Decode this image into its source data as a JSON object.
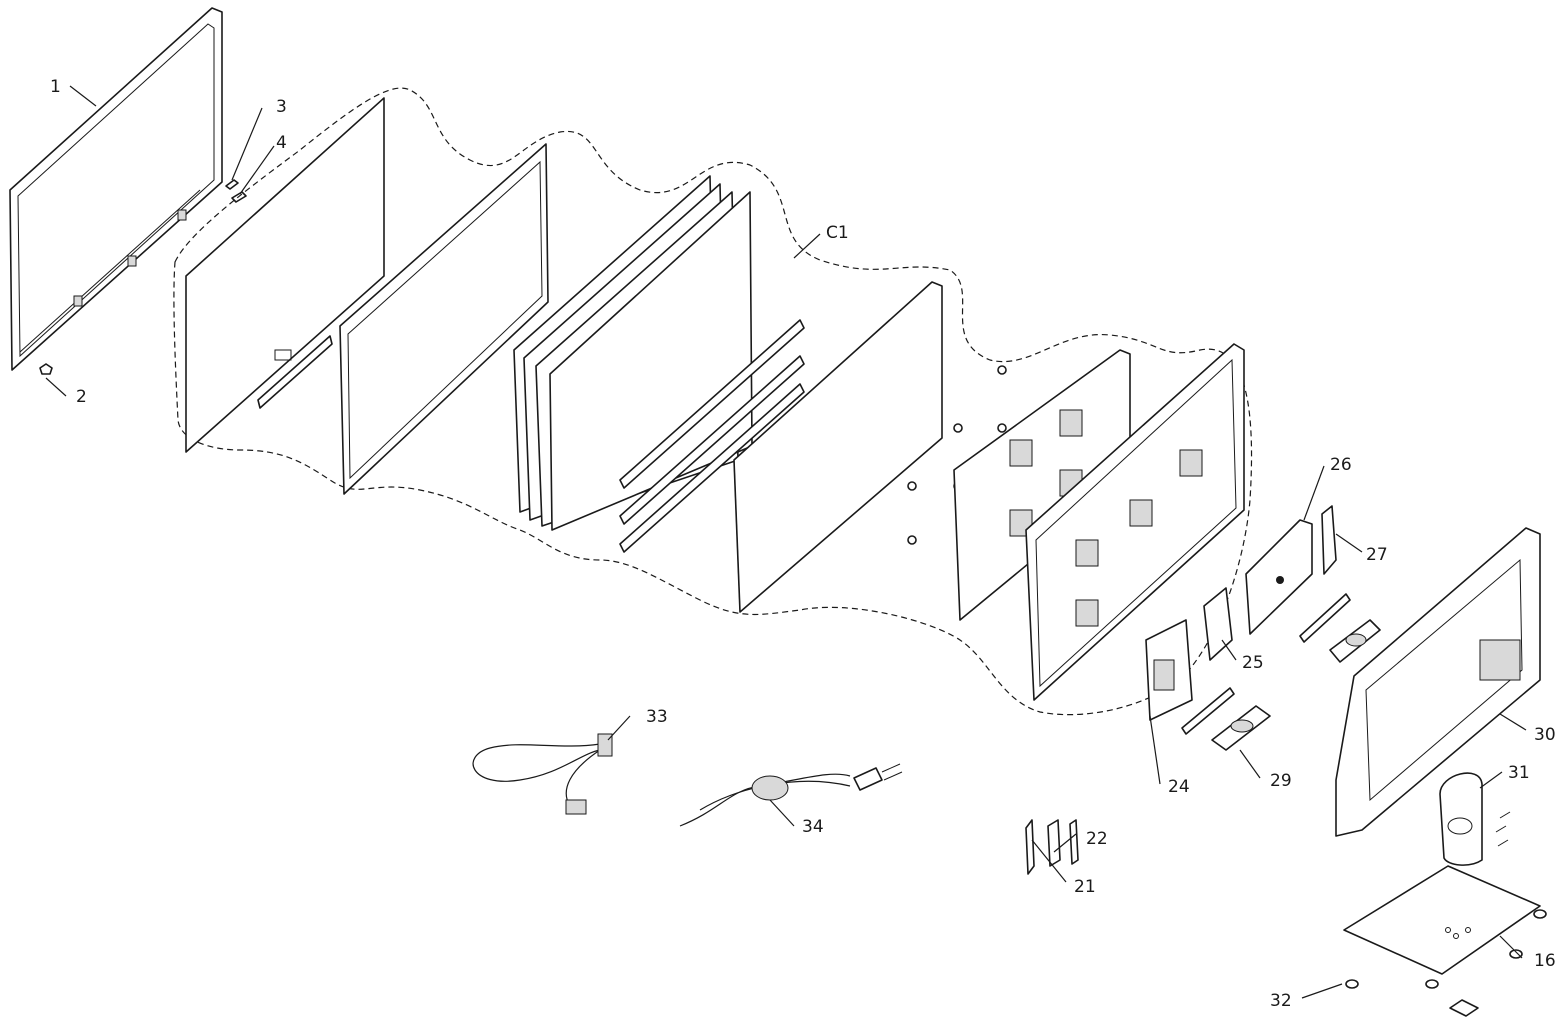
{
  "callouts": {
    "c1": "1",
    "c2": "2",
    "c3": "3",
    "c4": "4",
    "cC1": "C1",
    "c16": "16",
    "c21": "21",
    "c22": "22",
    "c24": "24",
    "c25": "25",
    "c26": "26",
    "c27": "27",
    "c29": "29",
    "c30": "30",
    "c31": "31",
    "c32": "32",
    "c33": "33",
    "c34": "34"
  }
}
